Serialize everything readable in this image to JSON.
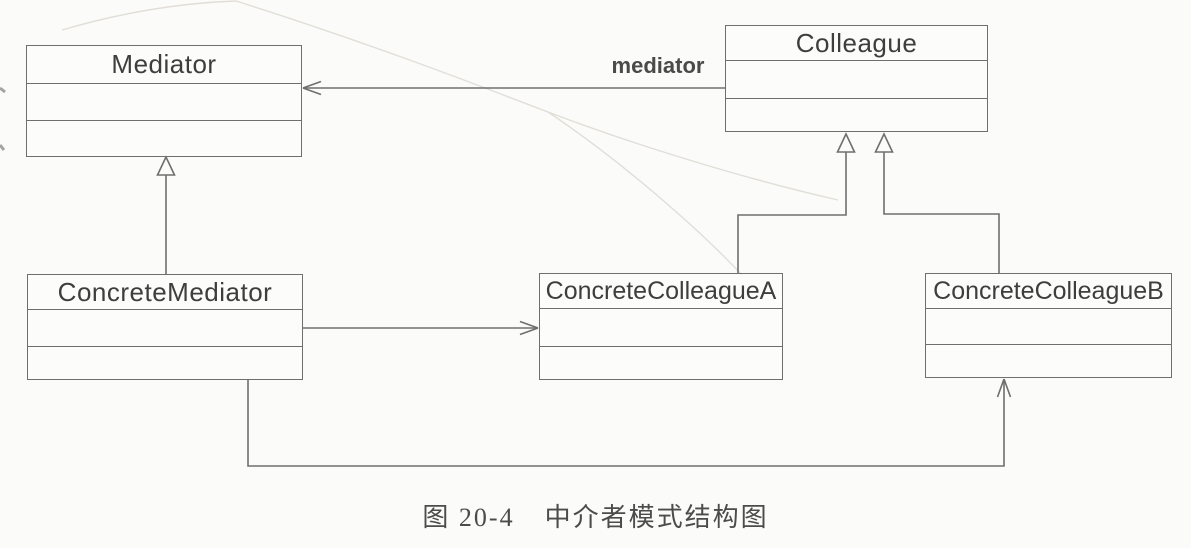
{
  "figure": {
    "kind": "uml-class-diagram",
    "caption": {
      "figure_number": "图 20-4",
      "title": "中介者模式结构图"
    }
  },
  "diagram": {
    "classes": [
      {
        "name": "Mediator",
        "attributes": [],
        "operations": []
      },
      {
        "name": "Colleague",
        "attributes": [],
        "operations": []
      },
      {
        "name": "ConcreteMediator",
        "attributes": [],
        "operations": []
      },
      {
        "name": "ConcreteColleagueA",
        "attributes": [],
        "operations": []
      },
      {
        "name": "ConcreteColleagueB",
        "attributes": [],
        "operations": []
      }
    ],
    "relationships": [
      {
        "type": "association",
        "from": "Colleague",
        "to": "Mediator",
        "label": "mediator",
        "arrowhead": "open"
      },
      {
        "type": "generalization",
        "from": "ConcreteMediator",
        "to": "Mediator",
        "arrowhead": "hollow-triangle"
      },
      {
        "type": "generalization",
        "from": "ConcreteColleagueA",
        "to": "Colleague",
        "arrowhead": "hollow-triangle"
      },
      {
        "type": "generalization",
        "from": "ConcreteColleagueB",
        "to": "Colleague",
        "arrowhead": "hollow-triangle"
      },
      {
        "type": "association",
        "from": "ConcreteMediator",
        "to": "ConcreteColleagueA",
        "arrowhead": "open"
      },
      {
        "type": "association",
        "from": "ConcreteMediator",
        "to": "ConcreteColleagueB",
        "arrowhead": "open"
      }
    ]
  },
  "colors": {
    "paper": "#fbfbf9",
    "line": "#6f6f6f",
    "text": "#3e3e3e",
    "crease": "#dcd9d1"
  }
}
